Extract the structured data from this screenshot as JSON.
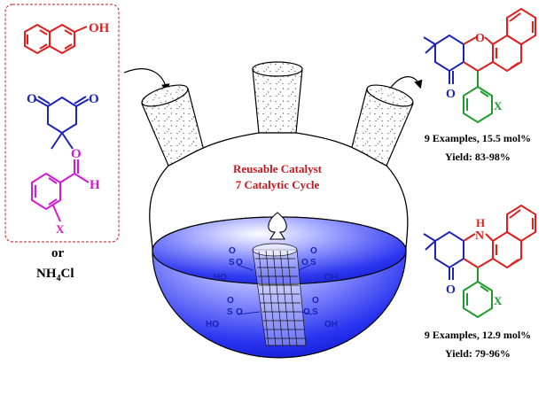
{
  "reagents": {
    "naphthol_oh": "OH",
    "benzaldehyde_o": "O",
    "benzaldehyde_h": "H",
    "benzaldehyde_x": "X",
    "or_label": "or",
    "ammonium_chloride": "NH4Cl"
  },
  "flask": {
    "catalyst_line1": "Reusable Catalyst",
    "catalyst_line2": "7 Catalytic Cycle",
    "so3h_label": "SO3H",
    "ho_label": "HO",
    "s_label": "S",
    "o_label": "O",
    "oh_label": "OH"
  },
  "product_top": {
    "ring_o": "O",
    "ketone_o": "O",
    "x": "X",
    "examples": "9 Examples, 15.5 mol%",
    "yield": "Yield: 83-98%"
  },
  "product_bottom": {
    "ring_nh": "H",
    "ring_n": "N",
    "ketone_o": "O",
    "x": "X",
    "examples": "9 Examples, 12.9 mol%",
    "yield": "Yield: 79-96%"
  },
  "colors": {
    "reagent_red": "#e01e1e",
    "dimedone_blue": "#1a22b8",
    "aldehyde_magenta": "#d21ad2",
    "catalyst_text": "#c0181e",
    "product_green": "#1e9a2a",
    "liquid_blue": "#1f2cf0",
    "dashed_box": "#c0181e"
  }
}
